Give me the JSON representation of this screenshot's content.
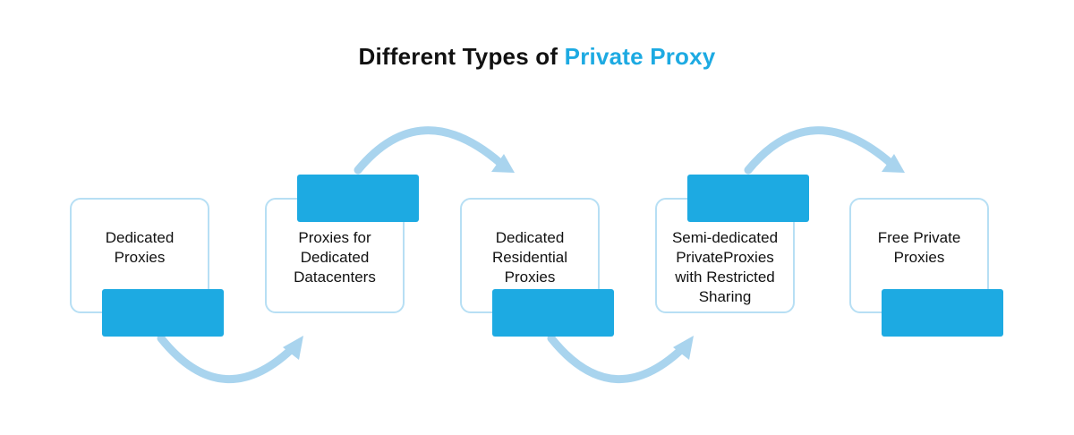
{
  "title": {
    "prefix": "Different Types of ",
    "highlight": "Private Proxy"
  },
  "colors": {
    "accent": "#1daae2",
    "arrow": "#a9d4ee",
    "card_border": "#b7dff4"
  },
  "steps": [
    {
      "label": "Dedicated\nProxies"
    },
    {
      "label": "Proxies for\nDedicated\nDatacenters"
    },
    {
      "label": "Dedicated\nResidential\nProxies"
    },
    {
      "label": "Semi-dedicated\nPrivateProxies\nwith Restricted\nSharing"
    },
    {
      "label": "Free Private\nProxies"
    }
  ]
}
